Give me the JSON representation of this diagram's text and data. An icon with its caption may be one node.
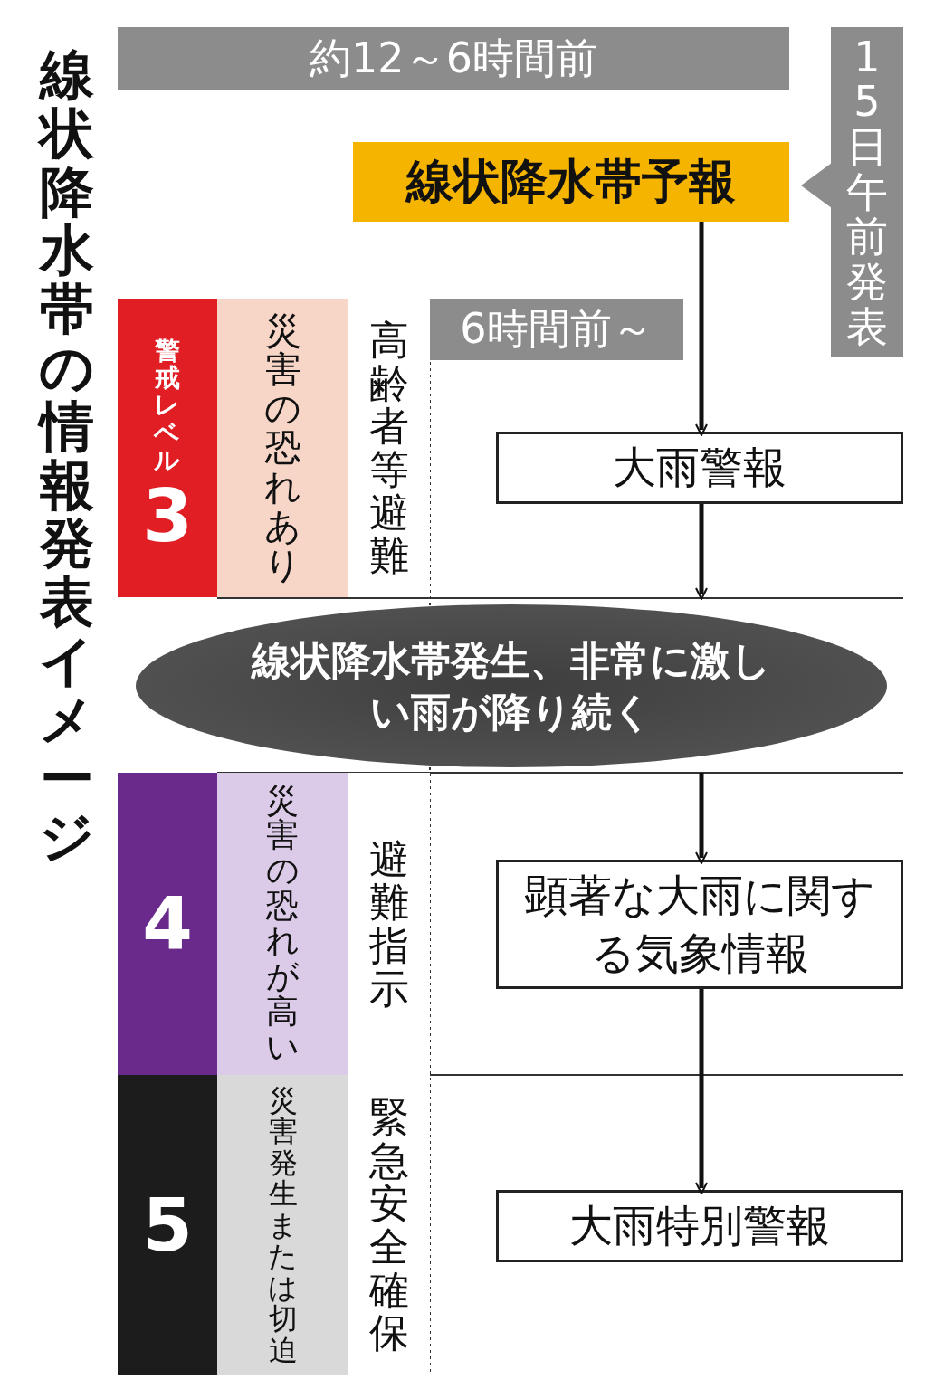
{
  "diagram": {
    "title": "線状降水帯の情報発表イメージ",
    "nodes": [
      {
        "text": [
          "約12～6時間前"
        ]
      },
      {
        "text": [
          "線状降水帯予報"
        ]
      },
      {
        "text": [
          "15日午前発表"
        ]
      },
      {
        "text": [
          "6時間前～"
        ]
      },
      {
        "text": [
          "警戒レベル",
          "3"
        ]
      },
      {
        "text": [
          "災害の恐れあり"
        ]
      },
      {
        "text": [
          "高齢者等避難"
        ]
      },
      {
        "text": [
          "大雨警報"
        ]
      },
      {
        "text": [
          "線状降水帯発生、非常に激しい雨が降り続く"
        ]
      },
      {
        "text": [
          "4"
        ]
      },
      {
        "text": [
          "災害の恐れが高い"
        ]
      },
      {
        "text": [
          "避難指示"
        ]
      },
      {
        "text": [
          "顕著な大雨に関する気象情報"
        ]
      },
      {
        "text": [
          "5"
        ]
      },
      {
        "text": [
          "災害発生または切迫"
        ]
      },
      {
        "text": [
          "緊急安全確保"
        ]
      },
      {
        "text": [
          "大雨特別警報"
        ]
      }
    ],
    "edges": [
      {
        "from": 1,
        "to": 7,
        "arrow": "to"
      },
      {
        "from": 7,
        "to": 8,
        "arrow": "to"
      },
      {
        "from": 8,
        "to": 12,
        "arrow": "to"
      },
      {
        "from": 12,
        "to": 16,
        "arrow": "to"
      }
    ]
  }
}
